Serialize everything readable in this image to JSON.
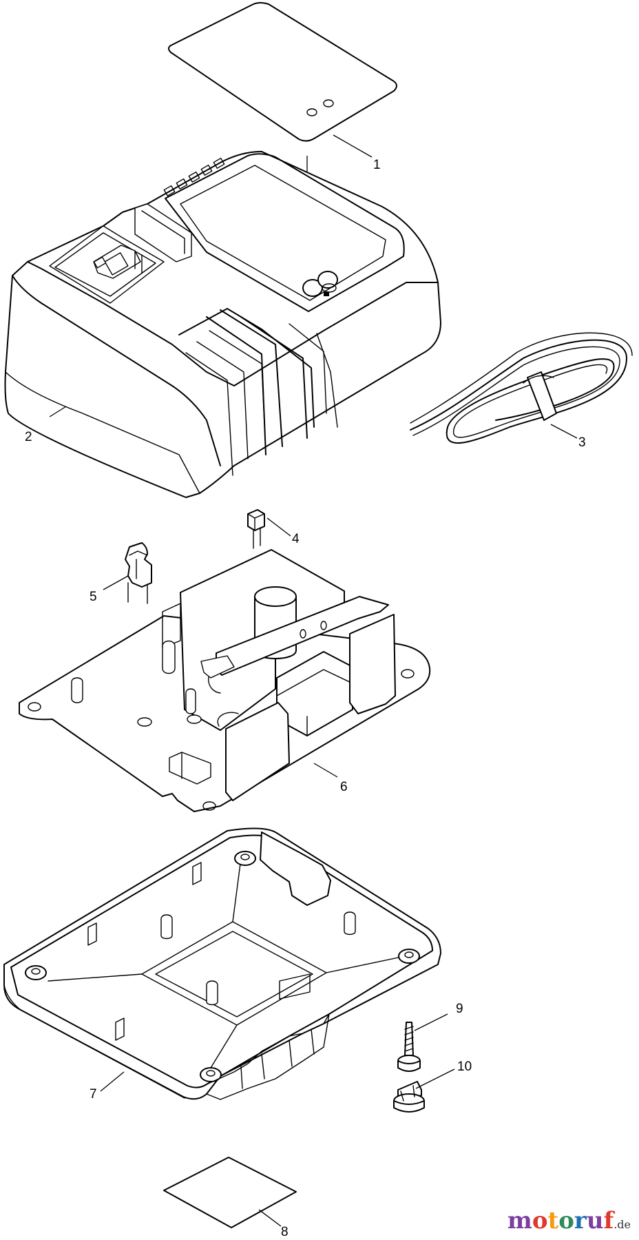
{
  "parts": [
    {
      "number": "1"
    },
    {
      "number": "2"
    },
    {
      "number": "3"
    },
    {
      "number": "4"
    },
    {
      "number": "5"
    },
    {
      "number": "6"
    },
    {
      "number": "7"
    },
    {
      "number": "8"
    },
    {
      "number": "9"
    },
    {
      "number": "10"
    }
  ],
  "watermark": {
    "letters": [
      "m",
      "o",
      "t",
      "o",
      "r",
      "u",
      "f"
    ],
    "letter_colors": [
      "#7b3fa0",
      "#e0392b",
      "#f39c12",
      "#2e8b57",
      "#1f6fb2",
      "#7b3fa0",
      "#e0392b"
    ],
    "suffix": ".de"
  }
}
